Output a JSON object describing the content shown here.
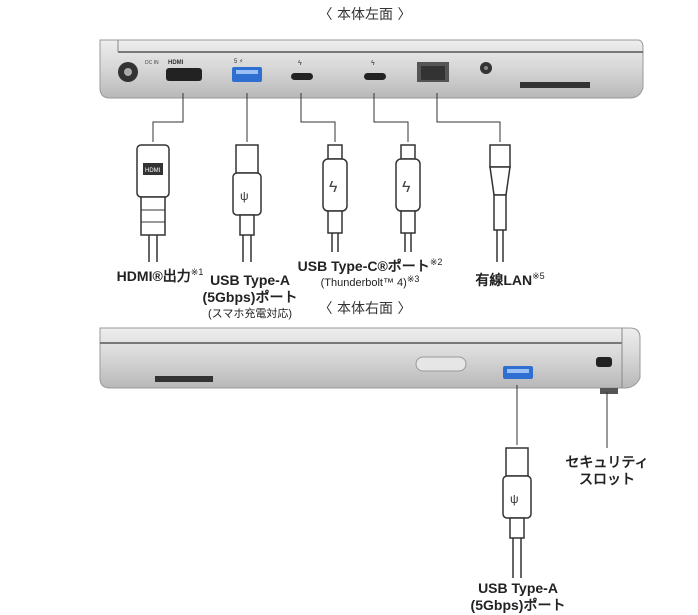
{
  "views": {
    "left_title": "〈 本体左面 〉",
    "right_title": "〈 本体右面 〉"
  },
  "left_side": {
    "port_markings": {
      "dc_in": "DC IN",
      "hdmi": "HDMI"
    },
    "labels": [
      {
        "main": "HDMI®出力",
        "note": "※1"
      },
      {
        "main": "USB Type-A",
        "line2": "(5Gbps)ポート",
        "line3": "(スマホ充電対応)"
      },
      {
        "main": "USB Type-C®ポート",
        "note": "※2",
        "line2": "(Thunderbolt™ 4)",
        "note2": "※3"
      },
      {
        "main": "有線LAN",
        "note": "※5"
      }
    ]
  },
  "right_side": {
    "labels": [
      {
        "main": "USB Type-A",
        "line2": "(5Gbps)ポート"
      },
      {
        "main": "セキュリティ",
        "line2": "スロット"
      }
    ]
  },
  "colors": {
    "body": "#d9d9d9",
    "usb_blue": "#2f6fd1",
    "line": "#333333"
  }
}
